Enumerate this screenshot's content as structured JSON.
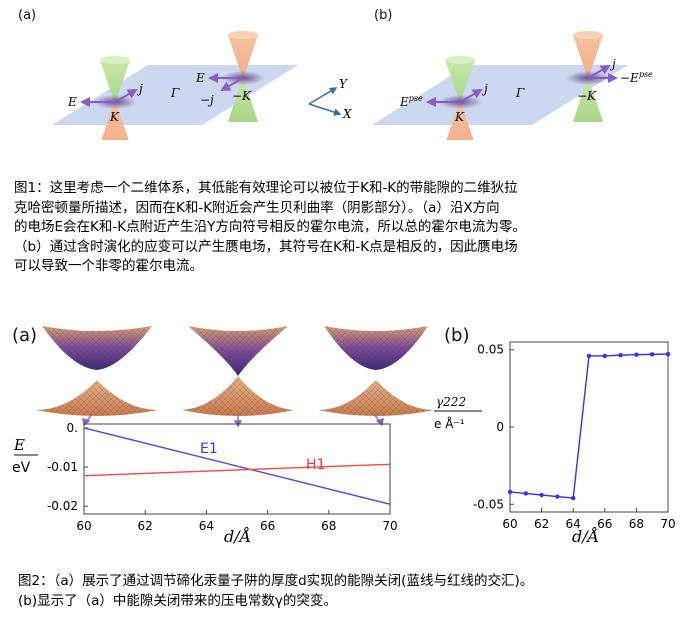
{
  "fig1": {
    "panel_a": {
      "label": "(a)",
      "left_cone": {
        "E": "E",
        "j": "j",
        "K": "K"
      },
      "right_cone": {
        "E": "E",
        "minus_j": "−j",
        "minus_K": "−K"
      },
      "gamma": "Γ"
    },
    "panel_b": {
      "label": "(b)",
      "left_cone": {
        "E_base": "E",
        "E_sup": "pse",
        "j": "j",
        "K": "K"
      },
      "right_cone": {
        "minus_E_base": "−E",
        "minus_E_sup": "pse",
        "j": "j",
        "minus_K": "−K"
      },
      "gamma": "Γ"
    },
    "axes": {
      "y": "Y",
      "x": "X"
    },
    "caption_lines": [
      "图1：这里考虑一个二维体系，其低能有效理论可以被位于K和-K的带能隙的二维狄拉",
      "克哈密顿量所描述，因而在K和-K附近会产生贝利曲率（阴影部分）。（a）沿X方向",
      "的电场E会在K和-K点附近产生沿Y方向符号相反的霍尔电流，所以总的霍尔电流为零。",
      "（b）通过含时演化的应变可以产生赝电场，其符号在K和-K点是相反的，因此赝电场",
      "可以导致一个非零的霍尔电流。"
    ]
  },
  "fig2": {
    "panel_a": {
      "label": "(a)",
      "ylabel_top": "E",
      "ylabel_bottom": "eV",
      "xlabel": "d/Å",
      "y_ticks": [
        "0.",
        "-0.01",
        "-0.02"
      ],
      "x_ticks": [
        "60",
        "62",
        "64",
        "66",
        "68",
        "70"
      ]
    },
    "panel_b": {
      "label": "(b)",
      "ylabel_top": "γ222",
      "ylabel_bottom": "e Å⁻¹",
      "xlabel": "d/Å",
      "y_ticks": [
        "0.05",
        "0",
        "-0.05"
      ],
      "x_ticks": [
        "60",
        "62",
        "64",
        "66",
        "68",
        "70"
      ]
    },
    "caption_lines": [
      "图2：（a）展示了通过调节碲化汞量子阱的厚度d实现的能隙关闭(蓝线与红线的交汇)。",
      "(b)显示了（a）中能隙关闭带来的压电常数γ的突变。"
    ]
  },
  "chart_data": [
    {
      "type": "line",
      "xlabel": "d/Å",
      "ylabel": "E/eV",
      "xlim": [
        60,
        70
      ],
      "ylim": [
        -0.022,
        0.001
      ],
      "series": [
        {
          "name": "E1",
          "color": "#4a4af0",
          "x": [
            60,
            70
          ],
          "y": [
            0.0,
            -0.0195
          ]
        },
        {
          "name": "H1",
          "color": "#f04a4a",
          "x": [
            60,
            70
          ],
          "y": [
            -0.0122,
            -0.0093
          ]
        }
      ]
    },
    {
      "type": "line",
      "xlabel": "d/Å",
      "ylabel": "γ222 / e Å⁻¹",
      "xlim": [
        60,
        70
      ],
      "ylim": [
        -0.055,
        0.055
      ],
      "series": [
        {
          "color": "#3333ee",
          "x": [
            60,
            61,
            62,
            63,
            64,
            65,
            66,
            67,
            68,
            69,
            70
          ],
          "y": [
            -0.042,
            -0.043,
            -0.044,
            -0.045,
            -0.046,
            0.046,
            0.046,
            0.0465,
            0.0468,
            0.047,
            0.0472
          ]
        }
      ]
    }
  ]
}
